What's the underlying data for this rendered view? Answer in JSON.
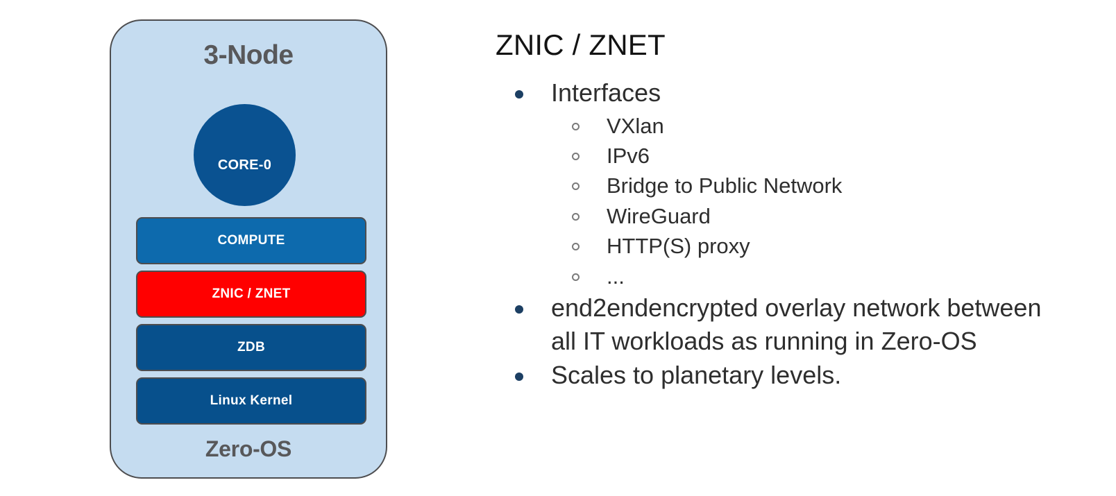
{
  "diagram": {
    "title": "3-Node",
    "core": {
      "label": "CORE-0"
    },
    "os_label": "Zero-OS",
    "stack": [
      {
        "label": "COMPUTE",
        "color": "#0d6aad"
      },
      {
        "label": "ZNIC / ZNET",
        "color": "#ff0000"
      },
      {
        "label": "ZDB",
        "color": "#07508c"
      },
      {
        "label": "Linux Kernel",
        "color": "#07508c"
      }
    ],
    "colors": {
      "panel_background": "#c5dcf0",
      "panel_border": "#4d4d4f",
      "circle": "#0a5291",
      "title_text": "#58585a"
    }
  },
  "content": {
    "title": "ZNIC / ZNET",
    "bullets": [
      {
        "text": "Interfaces",
        "children": [
          "VXlan",
          "IPv6",
          "Bridge to Public Network",
          "WireGuard",
          "HTTP(S) proxy",
          "..."
        ]
      },
      {
        "text": "end2endencrypted overlay network between all IT workloads as running in Zero-OS",
        "children": []
      },
      {
        "text": "Scales to planetary levels.",
        "children": []
      }
    ],
    "colors": {
      "title_text": "#131313",
      "body_text": "#2e2e2e",
      "bullet_level1": "#1c3f63",
      "bullet_level2": "#7a7a7a"
    }
  }
}
